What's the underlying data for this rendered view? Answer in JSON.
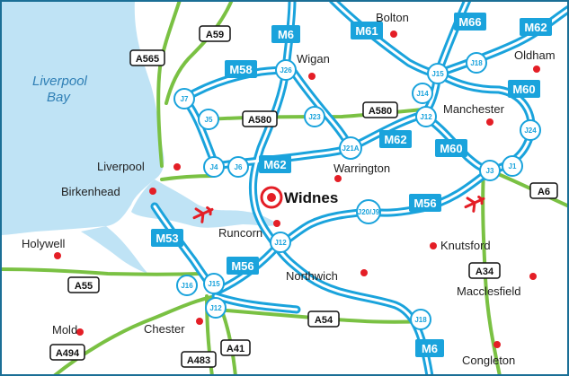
{
  "sea": {
    "label_line1": "Liverpool",
    "label_line2": "Bay"
  },
  "focus": {
    "name": "Widnes"
  },
  "towns": {
    "bolton": "Bolton",
    "wigan": "Wigan",
    "oldham": "Oldham",
    "manchester": "Manchester",
    "liverpool": "Liverpool",
    "birkenhead": "Birkenhead",
    "warrington": "Warrington",
    "runcorn": "Runcorn",
    "holywell": "Holywell",
    "knutsford": "Knutsford",
    "northwich": "Northwich",
    "macclesfield": "Macclesfield",
    "mold": "Mold",
    "chester": "Chester",
    "congleton": "Congleton"
  },
  "motorways": {
    "m6_north": "M6",
    "m58": "M58",
    "m61": "M61",
    "m66": "M66",
    "m62_ne": "M62",
    "m60_east": "M60",
    "m62_mid": "M62",
    "m60_south": "M60",
    "m62_west": "M62",
    "m56_east": "M56",
    "m53": "M53",
    "m56_west": "M56",
    "m6_south": "M6"
  },
  "a_roads": {
    "a59": "A59",
    "a565": "A565",
    "a580_west": "A580",
    "a580_east": "A580",
    "a6": "A6",
    "a34": "A34",
    "a55": "A55",
    "a54": "A54",
    "a494": "A494",
    "a483": "A483",
    "a41": "A41"
  },
  "junctions": {
    "j26": "J26",
    "j7": "J7",
    "j5": "J5",
    "j23": "J23",
    "j15_north": "J15",
    "j18_north": "J18",
    "j14": "J14",
    "j12_east": "J12",
    "j24": "J24",
    "j21a": "J21A",
    "j4": "J4",
    "j6": "J6",
    "j3": "J3",
    "j1": "J1",
    "j20_j9": "J20/J9",
    "j12_runcorn": "J12",
    "j16": "J16",
    "j15_south": "J15",
    "j12_chester": "J12",
    "j18_south": "J18"
  },
  "airports": [
    "airport-icon",
    "airport-icon"
  ],
  "colors": {
    "motorway": "#1aa3dc",
    "a_road": "#7ac143",
    "sea": "#bfe3f5",
    "frame": "#1b6f96",
    "town_dot": "#e41e26",
    "focus_ring": "#e41e26"
  }
}
